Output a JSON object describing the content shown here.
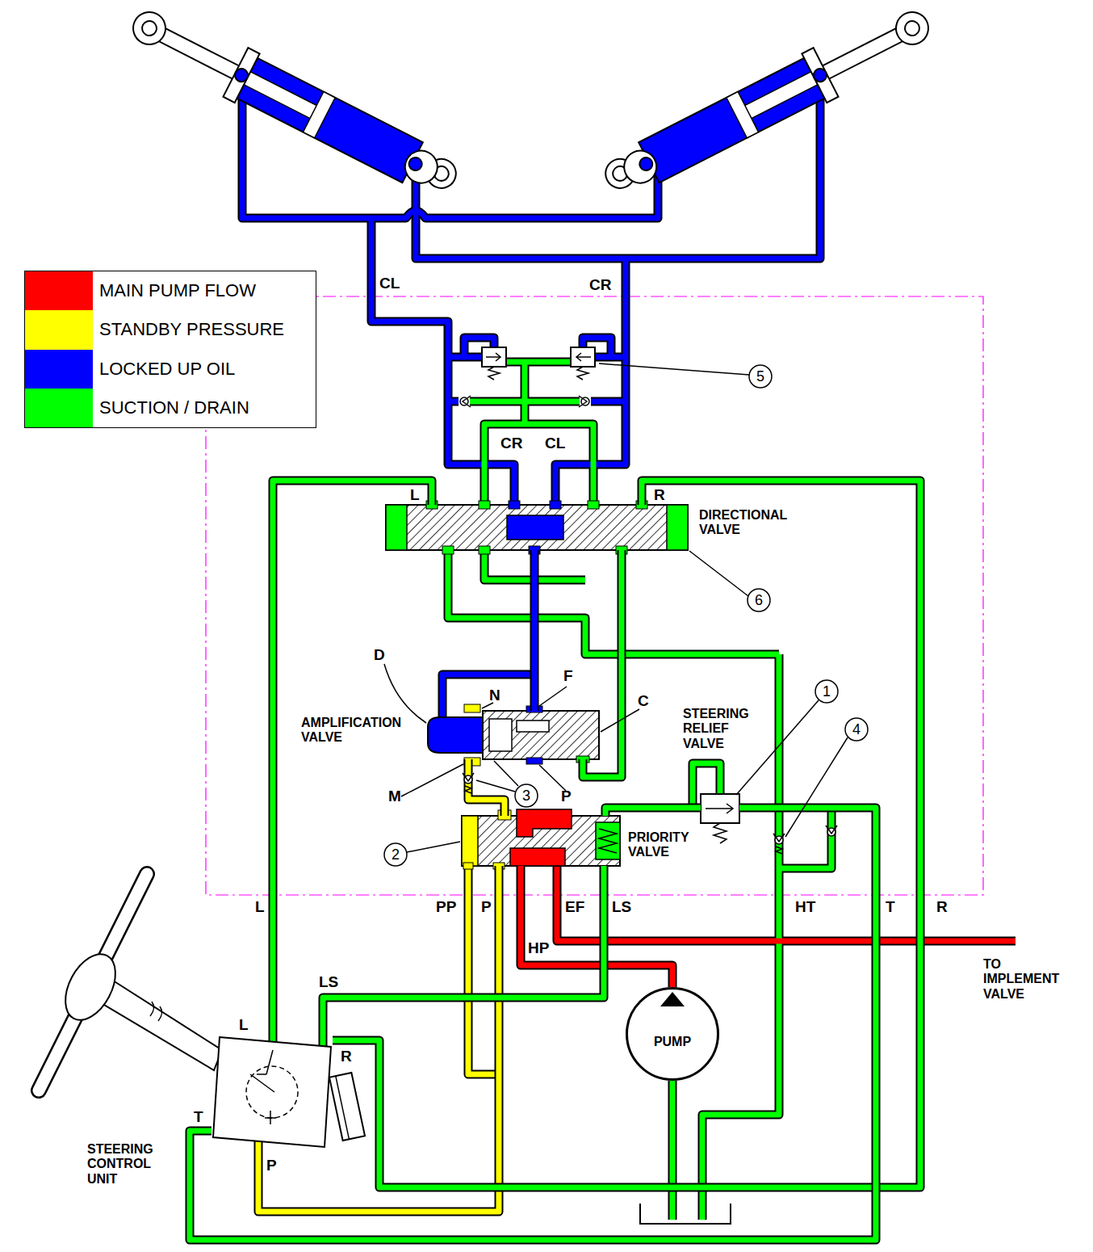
{
  "diagram": {
    "nodes": [
      {
        "text": [
          "DIRECTIONAL VALVE"
        ]
      },
      {
        "text": [
          "AMPLIFICATION VALVE"
        ]
      },
      {
        "text": [
          "STEERING RELIEF VALVE"
        ]
      },
      {
        "text": [
          "PRIORITY VALVE"
        ]
      },
      {
        "text": [
          "PUMP"
        ]
      },
      {
        "text": [
          "STEERING CONTROL UNIT"
        ]
      }
    ],
    "edges": [
      {
        "from": 4,
        "to": 3,
        "arrow": "none"
      },
      {
        "from": 3,
        "to": 5,
        "arrow": "none"
      },
      {
        "from": 5,
        "to": 3,
        "arrow": "none"
      },
      {
        "from": 5,
        "to": 0,
        "arrow": "none"
      },
      {
        "from": 5,
        "to": 0,
        "arrow": "none"
      },
      {
        "from": 3,
        "to": 1,
        "arrow": "none"
      },
      {
        "from": 1,
        "to": 0,
        "arrow": "none"
      },
      {
        "from": 1,
        "to": 0,
        "arrow": "none"
      },
      {
        "from": 3,
        "to": 2,
        "arrow": "none"
      },
      {
        "from": 2,
        "to": 5,
        "arrow": "none"
      }
    ],
    "labels": [
      "CL",
      "CR",
      "CR",
      "CL",
      "L",
      "R",
      "5",
      "6",
      "D",
      "N",
      "F",
      "C",
      "M",
      "3",
      "P",
      "1",
      "4",
      "2",
      "PP",
      "P",
      "EF",
      "LS",
      "HT",
      "T",
      "R",
      "L",
      "HP",
      "LS",
      "L",
      "R",
      "T",
      "P",
      "TO IMPLEMENT VALVE"
    ],
    "legend": [
      {
        "text": "MAIN PUMP FLOW",
        "color": "#ff0000"
      },
      {
        "text": "STANDBY PRESSURE",
        "color": "#ffff00"
      },
      {
        "text": "LOCKED UP OIL",
        "color": "#0000ff"
      },
      {
        "text": "SUCTION / DRAIN",
        "color": "#00ff00"
      }
    ]
  }
}
